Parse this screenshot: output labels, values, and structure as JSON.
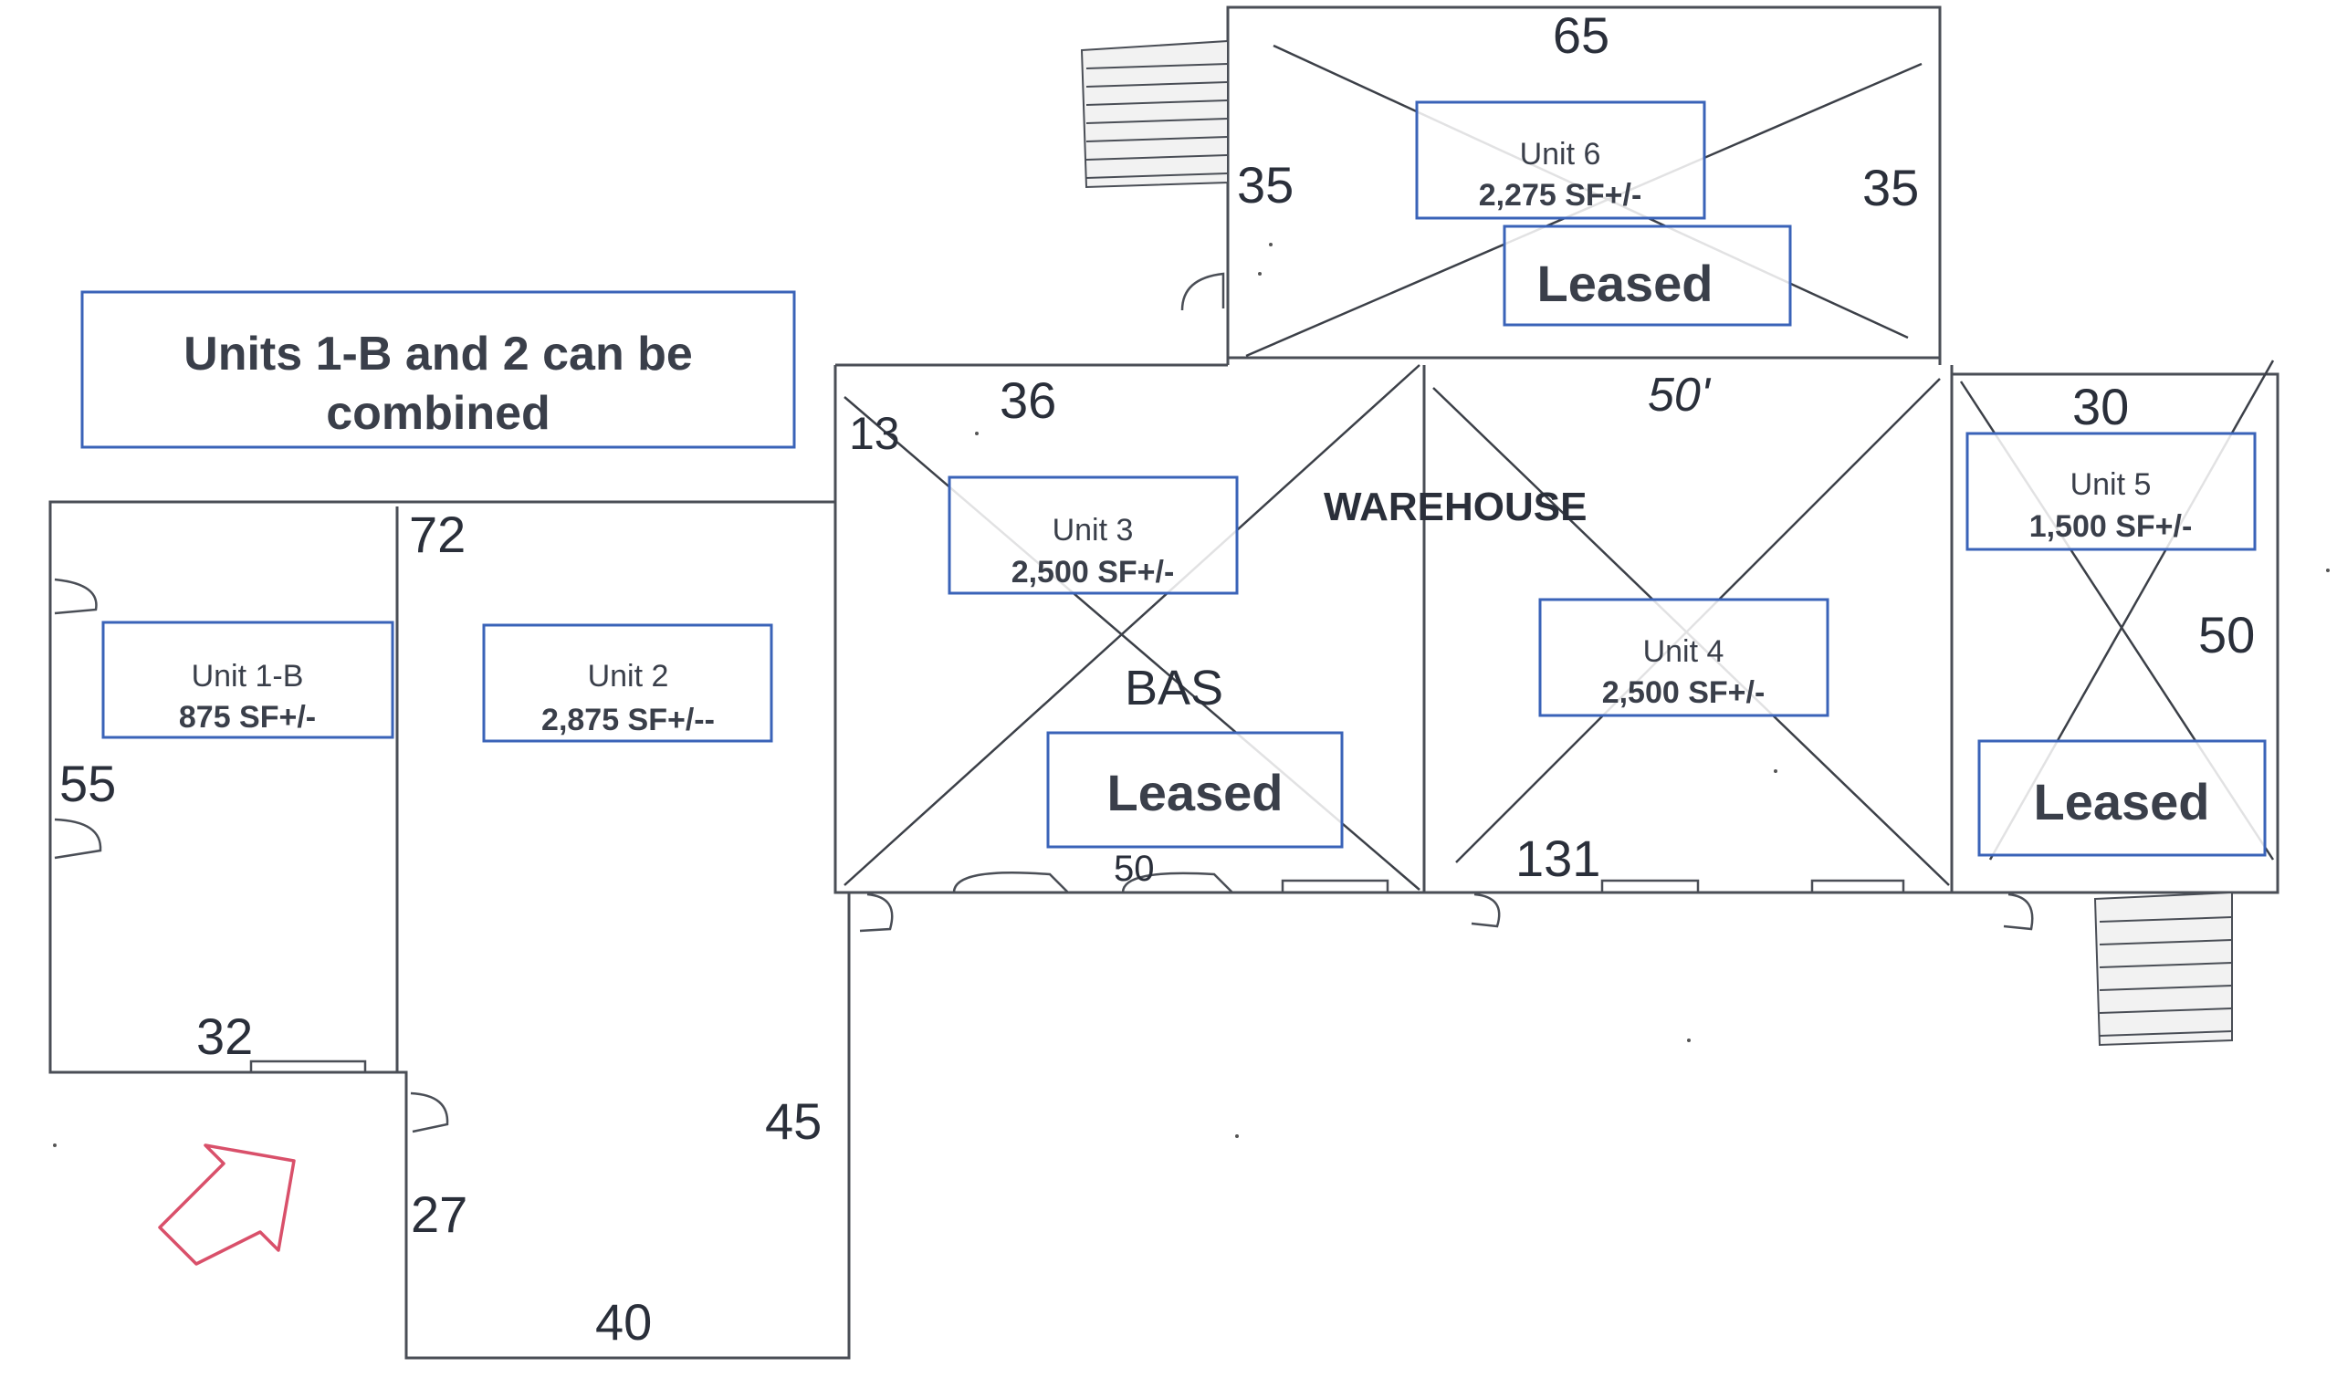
{
  "note": {
    "line1": "Units 1-B and 2 can be",
    "line2": "combined"
  },
  "warehouse_label": "WAREHOUSE",
  "bas_label": "BAS",
  "units": [
    {
      "id": "unit-1b",
      "name": "Unit 1-B",
      "area": "875 SF+/-",
      "status": ""
    },
    {
      "id": "unit-2",
      "name": "Unit 2",
      "area": "2,875 SF+/--",
      "status": ""
    },
    {
      "id": "unit-3",
      "name": "Unit 3",
      "area": "2,500 SF+/-",
      "status": "Leased"
    },
    {
      "id": "unit-4",
      "name": "Unit 4",
      "area": "2,500 SF+/-",
      "status": ""
    },
    {
      "id": "unit-5",
      "name": "Unit 5",
      "area": "1,500 SF+/-",
      "status": "Leased"
    },
    {
      "id": "unit-6",
      "name": "Unit 6",
      "area": "2,275 SF+/-",
      "status": "Leased"
    }
  ],
  "dimensions": {
    "top_65": "65",
    "unit6_left_35": "35",
    "unit6_right_35": "35",
    "d36": "36",
    "d50": "50'",
    "d30": "30",
    "d13": "13",
    "d72": "72",
    "d55": "55",
    "d50_right": "50",
    "d32": "32",
    "d45": "45",
    "d27": "27",
    "d40": "40",
    "d131": "131",
    "d50_bottom": "50"
  },
  "colors": {
    "label_border": "#3a63b8",
    "arrow": "#d9506a",
    "wall": "#4a4e56"
  },
  "icons": {
    "entrance": "entrance-arrow-icon"
  }
}
